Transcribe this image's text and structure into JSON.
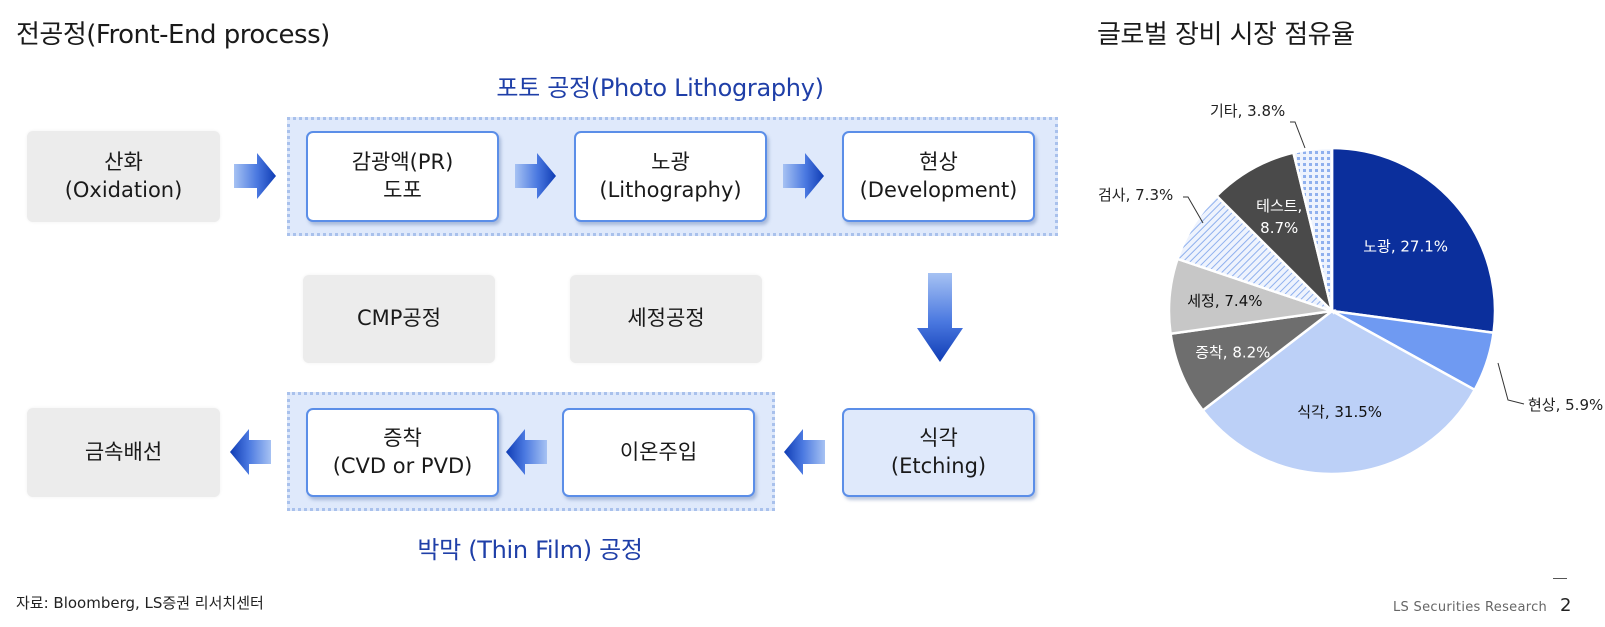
{
  "left_title": "전공정(Front-End process)",
  "right_title": "글로벌 장비 시장 점유율",
  "photo_group_label": "포토 공정(Photo Lithography)",
  "thin_film_group_label": "박막 (Thin Film) 공정",
  "steps": {
    "oxidation": [
      "산화",
      "(Oxidation)"
    ],
    "pr_coating": [
      "감광액(PR)",
      "도포"
    ],
    "lithography": [
      "노광",
      "(Lithography)"
    ],
    "development": [
      "현상",
      "(Development)"
    ],
    "cmp": [
      "CMP공정"
    ],
    "cleaning": [
      "세정공정"
    ],
    "metal_wiring": [
      "금속배선"
    ],
    "deposition": [
      "증착",
      "(CVD or PVD)"
    ],
    "ion_implant": [
      "이온주입"
    ],
    "etching": [
      "식각",
      "(Etching)"
    ]
  },
  "chart_data": {
    "type": "pie",
    "title": "글로벌 장비 시장 점유율",
    "start_angle_deg": 0,
    "direction": "clockwise",
    "slices": [
      {
        "label": "노광, 27.1%",
        "name": "노광",
        "value": 27.1,
        "color": "#0b2f9c",
        "label_color": "#ffffff"
      },
      {
        "label": "현상, 5.9%",
        "name": "현상",
        "value": 5.9,
        "color": "#6f9af2",
        "label_color": "#111111"
      },
      {
        "label": "식각, 31.5%",
        "name": "식각",
        "value": 31.5,
        "color": "#bcd0f7",
        "label_color": "#111111"
      },
      {
        "label": "증착, 8.2%",
        "name": "증착",
        "value": 8.2,
        "color": "#6e6e6e",
        "label_color": "#ffffff"
      },
      {
        "label": "세정, 7.4%",
        "name": "세정",
        "value": 7.4,
        "color": "#c7c7c7",
        "label_color": "#111111"
      },
      {
        "label": "검사, 7.3%",
        "name": "검사",
        "value": 7.3,
        "color": "#dce7fb",
        "pattern": "diagonal",
        "label_color": "#111111"
      },
      {
        "label": "테스트, 8.7%",
        "name": "테스트",
        "value": 8.7,
        "color": "#4a4a4a",
        "label_color": "#ffffff"
      },
      {
        "label": "기타, 3.8%",
        "name": "기타",
        "value": 3.8,
        "color": "#e3ecfb",
        "pattern": "dots",
        "label_color": "#111111"
      }
    ]
  },
  "footer": {
    "source": "자료: Bloomberg, LS증권 리서치센터",
    "brand": "LS Securities Research",
    "page_number": "2"
  }
}
